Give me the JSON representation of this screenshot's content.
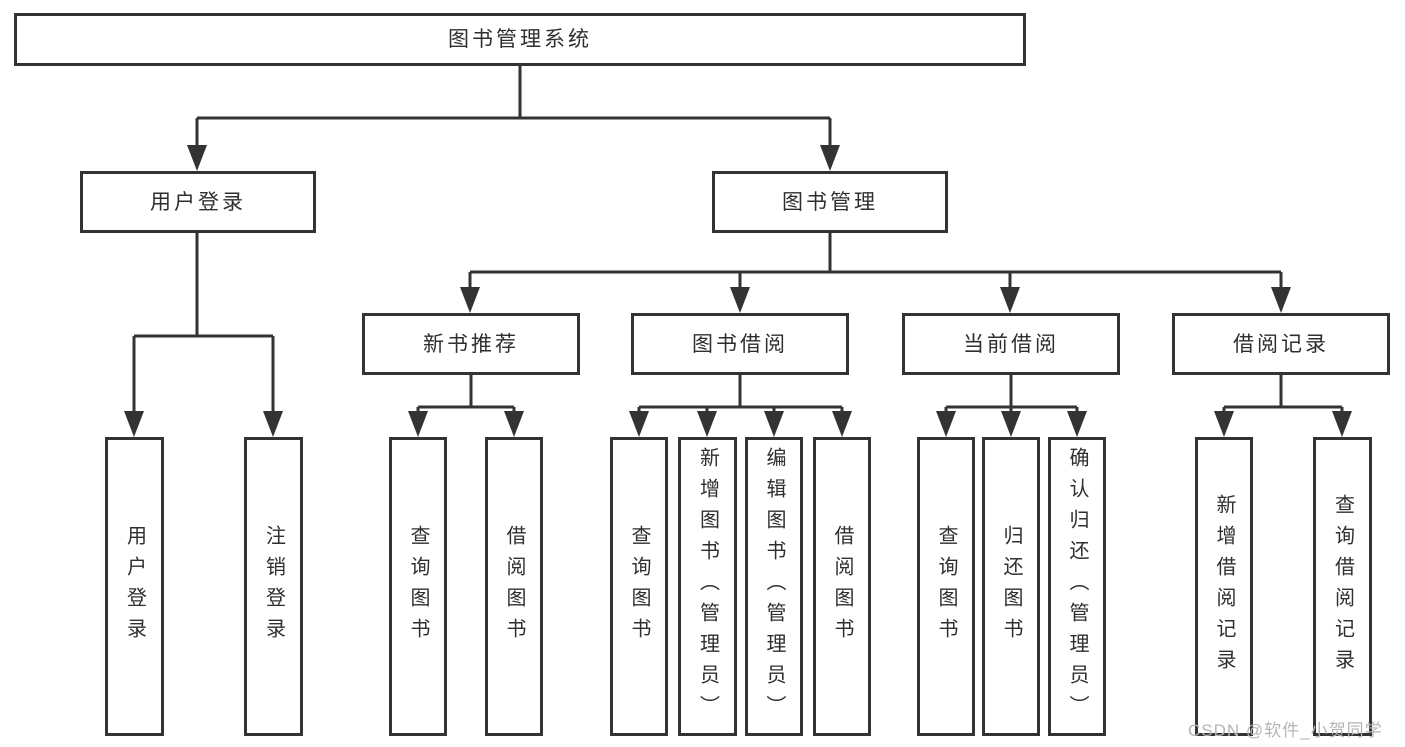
{
  "colors": {
    "line": "#333333",
    "text": "#2f2f2f",
    "boxbg": "#ffffff",
    "wm": "#b5b5b5"
  },
  "tree": {
    "root": {
      "label": "图书管理系统"
    },
    "branches": [
      {
        "label": "用户登录",
        "children": [
          {
            "label": "用户登录"
          },
          {
            "label": "注销登录"
          }
        ]
      },
      {
        "label": "图书管理",
        "children": [
          {
            "label": "新书推荐",
            "children": [
              {
                "label": "查询图书"
              },
              {
                "label": "借阅图书"
              }
            ]
          },
          {
            "label": "图书借阅",
            "children": [
              {
                "label": "查询图书"
              },
              {
                "label": "新增图书（管理员）"
              },
              {
                "label": "编辑图书（管理员）"
              },
              {
                "label": "借阅图书"
              }
            ]
          },
          {
            "label": "当前借阅",
            "children": [
              {
                "label": "查询图书"
              },
              {
                "label": "归还图书"
              },
              {
                "label": "确认归还（管理员）"
              }
            ]
          },
          {
            "label": "借阅记录",
            "children": [
              {
                "label": "新增借阅记录"
              },
              {
                "label": "查询借阅记录"
              }
            ]
          }
        ]
      }
    ]
  },
  "watermark": {
    "text": "CSDN @软件_小贺同学"
  }
}
